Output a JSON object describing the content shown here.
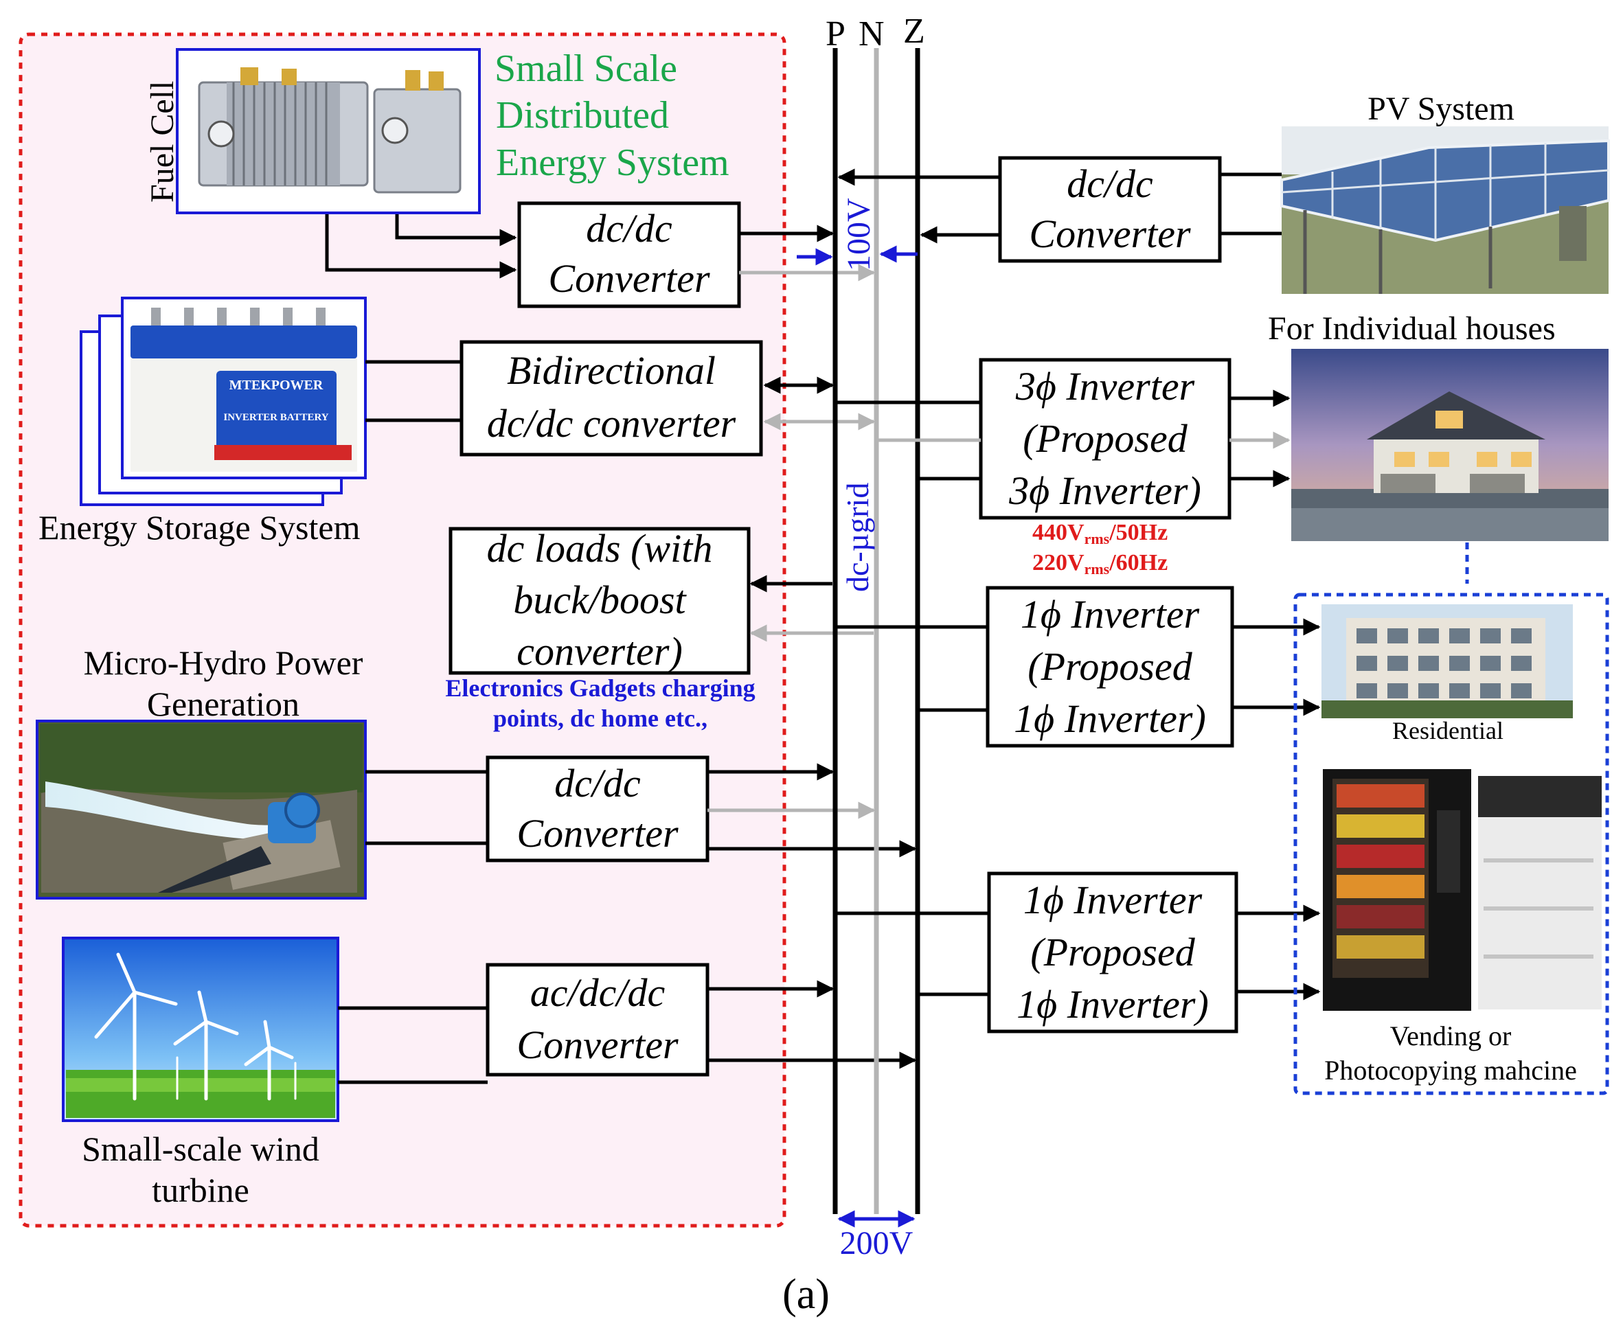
{
  "bus": {
    "p_label": "P",
    "n_label": "N",
    "z_label": "Z",
    "voltage_top": "100V",
    "voltage_bottom": "200V",
    "grid_label": "dc-µgrid"
  },
  "source_panel": {
    "title_line1": "Small Scale",
    "title_line2": "Distributed",
    "title_line3": "Energy System",
    "title_color": "#1aa64a",
    "border_color": "#e01b1b",
    "background": "#fdf0f7"
  },
  "fuel_cell": {
    "label": "Fuel Cell",
    "converter_line1": "dc/dc",
    "converter_line2": "Converter"
  },
  "storage": {
    "label": "Energy Storage System",
    "converter_line1": "Bidirectional",
    "converter_line2": "dc/dc converter",
    "battery_brand": "MTEKPOWER",
    "battery_text": "INVERTER BATTERY"
  },
  "dc_loads": {
    "box_line1": "dc loads (with",
    "box_line2": "buck/boost",
    "box_line3": "converter)",
    "note_line1": "Electronics Gadgets charging",
    "note_line2": "points, dc home etc.,",
    "note_color": "#1a1ad6"
  },
  "micro_hydro": {
    "label_line1": "Micro-Hydro Power",
    "label_line2": "Generation",
    "converter_line1": "dc/dc",
    "converter_line2": "Converter"
  },
  "wind": {
    "label_line1": "Small-scale wind",
    "label_line2": "turbine",
    "converter_line1": "ac/dc/dc",
    "converter_line2": "Converter"
  },
  "pv": {
    "label": "PV System",
    "converter_line1": "dc/dc",
    "converter_line2": "Converter"
  },
  "inverter_3ph": {
    "line1": "3ϕ Inverter",
    "line2": "(Proposed",
    "line3": "3ϕ  Inverter)",
    "rating1_main": "440V",
    "rating1_sub": "rms",
    "rating1_tail": "/50Hz",
    "rating2_main": "220V",
    "rating2_sub": "rms",
    "rating2_tail": "/60Hz",
    "rating_color": "#e01b1b"
  },
  "houses": {
    "label": "For Individual houses"
  },
  "inverter_1ph_a": {
    "line1": "1ϕ Inverter",
    "line2": "(Proposed",
    "line3": "1ϕ  Inverter)"
  },
  "inverter_1ph_b": {
    "line1": "1ϕ Inverter",
    "line2": "(Proposed",
    "line3": "1ϕ  Inverter)"
  },
  "residential": {
    "label": "Residential"
  },
  "vending": {
    "label_line1": "Vending or",
    "label_line2": "Photocopying mahcine"
  },
  "caption": "(a)",
  "colors": {
    "blue_accent": "#1a1ad6",
    "gray_line": "#b4b4b4",
    "red_dash": "#e01b1b",
    "blue_dash": "#1a3fd6"
  }
}
